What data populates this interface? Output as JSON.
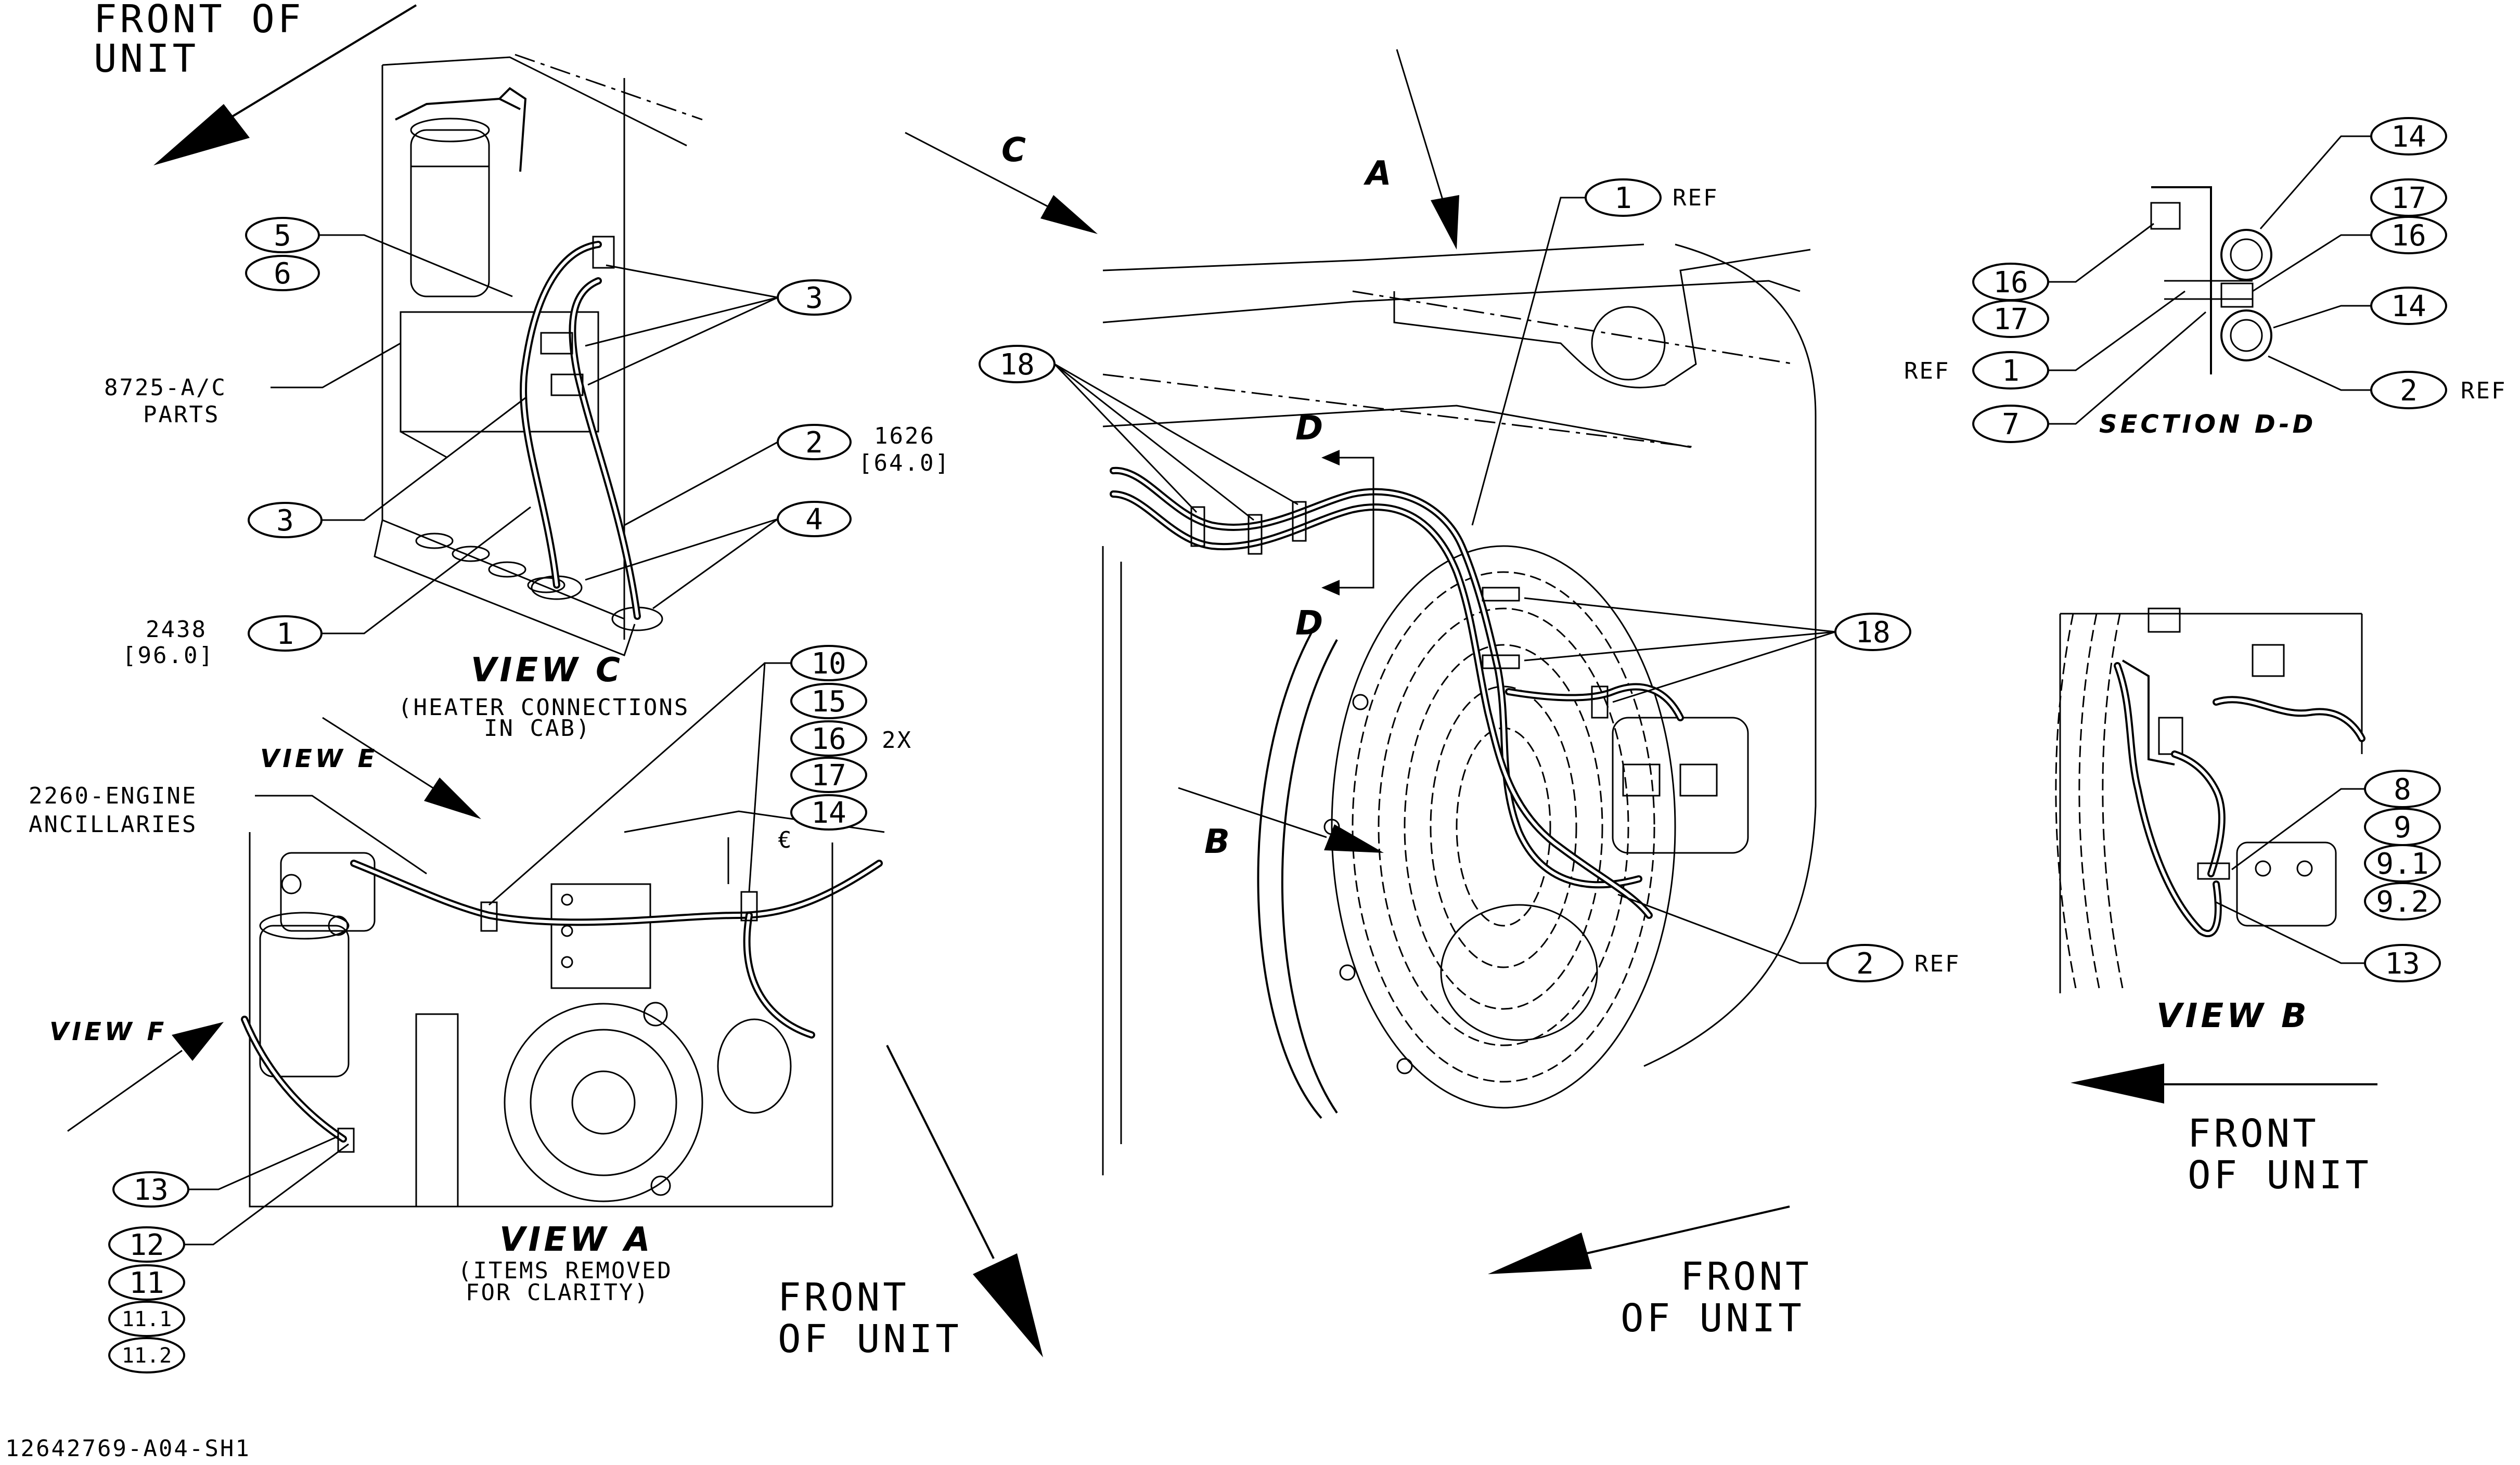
{
  "drawing_number": "12642769-A04-SH1",
  "front_of_unit": {
    "top_left": [
      "FRONT OF",
      "UNIT"
    ],
    "bottom_mid_left": [
      "FRONT",
      "OF UNIT"
    ],
    "bottom_center": [
      "FRONT",
      "OF UNIT"
    ],
    "right": [
      "FRONT",
      "OF UNIT"
    ]
  },
  "view_labels": {
    "view_c": "VIEW C",
    "view_c_note": [
      "(HEATER CONNECTIONS",
      "IN CAB)"
    ],
    "view_e": "VIEW E",
    "view_f": "VIEW F",
    "view_a": "VIEW A",
    "view_a_note": [
      "(ITEMS REMOVED",
      "FOR CLARITY)"
    ],
    "view_b": "VIEW B",
    "section_dd": "SECTION D-D",
    "letter_a": "A",
    "letter_b": "B",
    "letter_c": "C",
    "letter_d_top": "D",
    "letter_d_bottom": "D"
  },
  "notes": {
    "a_c_parts": [
      "8725-A/C",
      "PARTS"
    ],
    "engine_ancillaries": [
      "2260-ENGINE",
      "ANCILLARIES"
    ],
    "dim_1626": [
      "1626",
      "[64.0]"
    ],
    "dim_2438": [
      "2438",
      "[96.0]"
    ],
    "qty_2x": "2X",
    "ref": "REF",
    "ce_mark": "€"
  },
  "balloons": {
    "view_c": [
      "5",
      "6",
      "3",
      "3",
      "2",
      "4",
      "1"
    ],
    "view_a_stack": [
      "10",
      "15",
      "16",
      "17",
      "14"
    ],
    "view_a_lower": [
      "13",
      "12",
      "11",
      "11.1",
      "11.2"
    ],
    "center": [
      "1",
      "18",
      "18",
      "2"
    ],
    "section_dd": [
      "14",
      "17",
      "16",
      "14",
      "2",
      "16",
      "17",
      "1",
      "7"
    ],
    "view_b": [
      "8",
      "9",
      "9.1",
      "9.2",
      "13"
    ]
  }
}
